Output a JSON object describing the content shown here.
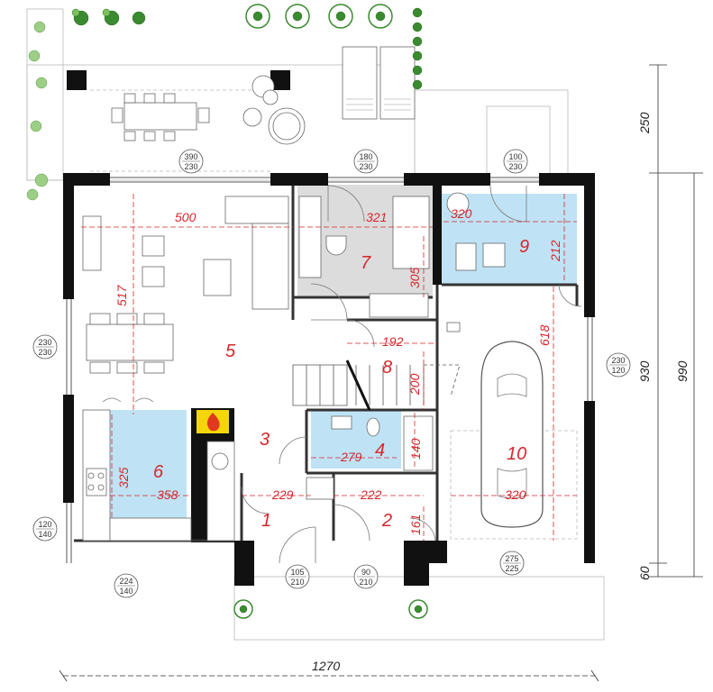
{
  "rooms": [
    "1",
    "2",
    "3",
    "4",
    "5",
    "6",
    "7",
    "8",
    "9",
    "10"
  ],
  "dims": {
    "d500": "500",
    "d321": "321",
    "d320a": "320",
    "d212": "212",
    "d517": "517",
    "d305": "305",
    "d192": "192",
    "d200": "200",
    "d618": "618",
    "d279": "279",
    "d140": "140",
    "d325": "325",
    "d358": "358",
    "d229": "229",
    "d222": "222",
    "d161": "161",
    "d320b": "320"
  },
  "external": {
    "e250": "250",
    "e930": "930",
    "e990": "990",
    "e60": "60",
    "e1270": "1270"
  },
  "openings": [
    {
      "top": "390",
      "bottom": "230"
    },
    {
      "top": "180",
      "bottom": "230"
    },
    {
      "top": "100",
      "bottom": "230"
    },
    {
      "top": "230",
      "bottom": "230"
    },
    {
      "top": "230",
      "bottom": "120"
    },
    {
      "top": "120",
      "bottom": "140"
    },
    {
      "top": "224",
      "bottom": "140"
    },
    {
      "top": "105",
      "bottom": "210"
    },
    {
      "top": "90",
      "bottom": "210"
    },
    {
      "top": "275",
      "bottom": "225"
    }
  ],
  "colors": {
    "dimension": "#d7262b",
    "wall": "#111111",
    "kitchen_bath": "#bfe3f5",
    "utility": "#dcdcdc",
    "fireplace": "#f5d60a",
    "plant": "#3a8a2f"
  }
}
